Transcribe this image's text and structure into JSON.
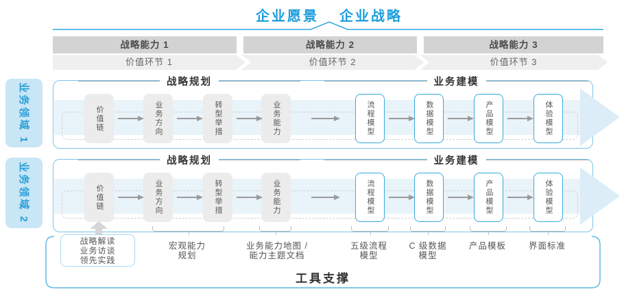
{
  "title": {
    "vision": "企业愿景",
    "strategy": "企业战略"
  },
  "strategic_capabilities": [
    "战略能力 1",
    "战略能力 2",
    "战略能力 3"
  ],
  "value_chains": [
    "价值环节 1",
    "价值环节 2",
    "价值环节 3"
  ],
  "business_domains": [
    "业务领域 1",
    "业务领域 2"
  ],
  "section_headers": {
    "planning": "战略规划",
    "modeling": "业务建模"
  },
  "boxes": {
    "value_chain": "价值链",
    "business_direction": "业务方向",
    "transformation_initiatives": "转型举措",
    "business_capability": "业务能力",
    "process_model": "流程模型",
    "data_model": "数据模型",
    "product_model": "产品模型",
    "experience_model": "体验模型"
  },
  "footer": {
    "input_box_lines": [
      "战略解读",
      "业务访谈",
      "领先实践"
    ],
    "annotations": {
      "macro_capability": [
        "宏观能力",
        "规划"
      ],
      "capability_map": [
        "业务能力地图 /",
        "能力主题文档"
      ],
      "process": [
        "五级流程",
        "模型"
      ],
      "data": [
        "C 级数据",
        "模型"
      ],
      "product": [
        "产品模板"
      ],
      "interface": [
        "界面标准"
      ]
    },
    "tool_support": "工具支撑"
  },
  "colors": {
    "accent_blue": "#1b9ddb",
    "tab_fill_blue": "#c8e6f5",
    "band_blue": "#e9f3fa",
    "box_border_blue": "#35aade",
    "bar_gray": "#d3d3d3",
    "chevron_gray": "#efefef"
  }
}
